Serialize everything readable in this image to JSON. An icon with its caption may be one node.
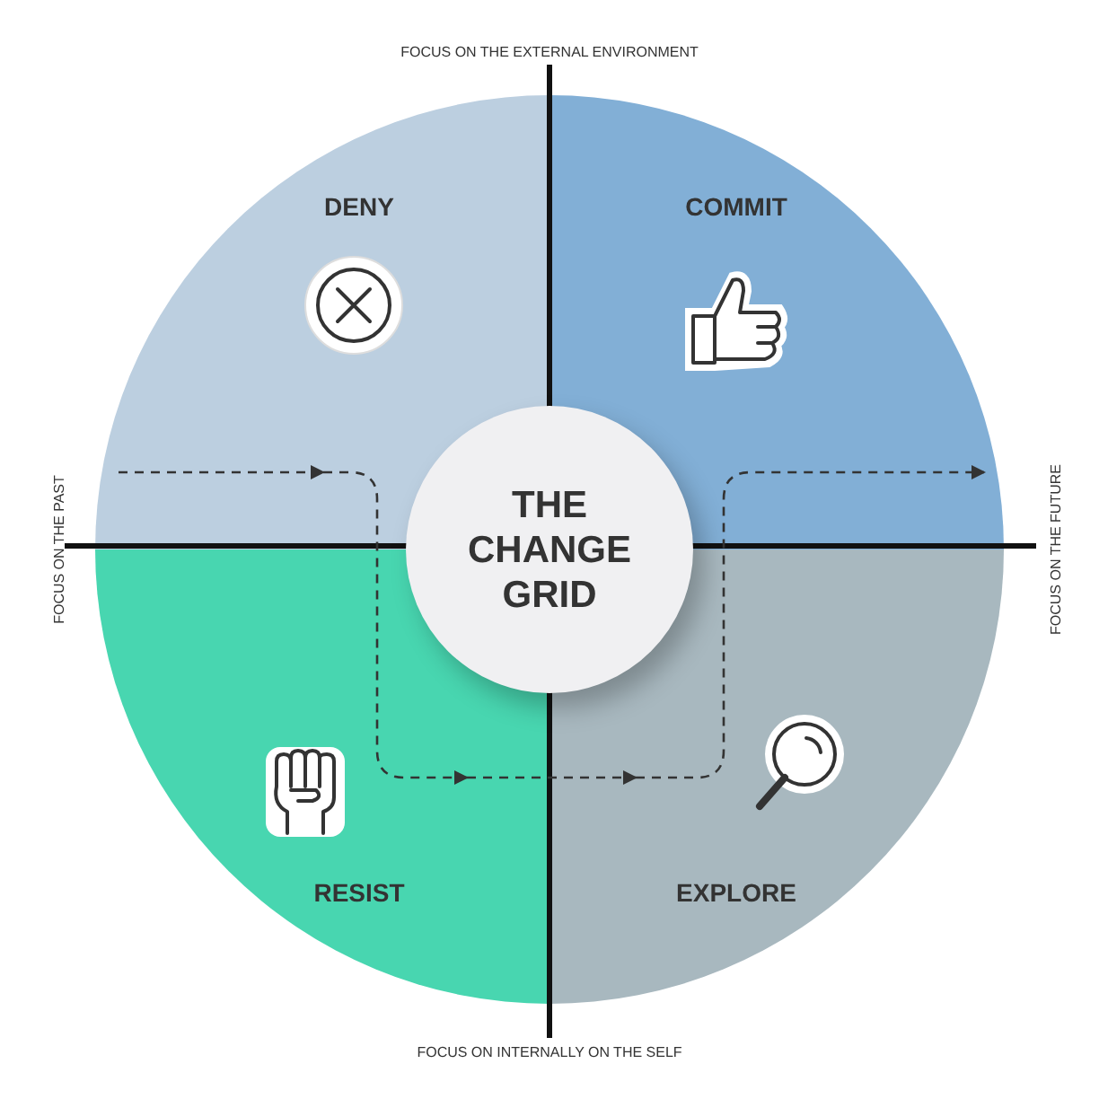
{
  "diagram": {
    "nodes": [
      {
        "text": [
          "DENY"
        ]
      },
      {
        "text": [
          "COMMIT"
        ]
      },
      {
        "text": [
          "RESIST"
        ]
      },
      {
        "text": [
          "EXPLORE"
        ]
      },
      {
        "text": [
          "THE CHANGE GRID"
        ]
      }
    ],
    "edges": [
      {
        "from": null,
        "to": 0,
        "arrow": "to",
        "style": "dashed"
      },
      {
        "from": 0,
        "to": 2,
        "arrow": "to",
        "style": "dashed"
      },
      {
        "from": 2,
        "to": 3,
        "arrow": "to",
        "style": "dashed"
      },
      {
        "from": 3,
        "to": 1,
        "arrow": "to",
        "style": "dashed"
      }
    ],
    "labels": [
      "FOCUS ON THE EXTERNAL ENVIRONMENT",
      "FOCUS ON THE PAST",
      "FOCUS ON THE FUTURE",
      "FOCUS ON INTERNALLY ON THE SELF"
    ]
  }
}
